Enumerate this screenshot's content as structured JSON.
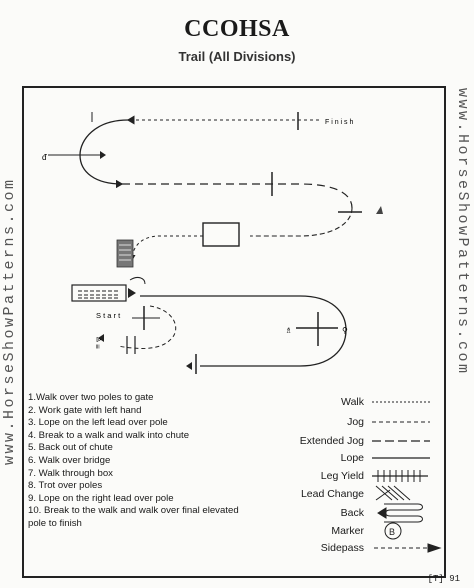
{
  "header": {
    "title": "CCOHSA",
    "subtitle": "Trail (All Divisions)"
  },
  "watermark": {
    "left": "www.HorseShowPatterns.com",
    "right": "www.HorseShowPatterns.com"
  },
  "course": {
    "finish_label": "F i n i s h",
    "start_label": "S t a r t",
    "marker_letter": "B"
  },
  "instructions": [
    "1.Walk over two poles to gate",
    "2. Work gate with left hand",
    "3. Lope on the left lead over pole",
    "4. Break to a walk and walk into chute",
    "5. Back out of chute",
    "6. Walk over bridge",
    "7. Walk through box",
    "8. Trot over poles",
    "9. Lope on the right lead over pole",
    "10. Break to the walk and walk over final elevated",
    "pole to finish"
  ],
  "legend": [
    {
      "key": "walk",
      "label": "Walk"
    },
    {
      "key": "jog",
      "label": "Jog"
    },
    {
      "key": "extended_jog",
      "label": "Extended Jog"
    },
    {
      "key": "lope",
      "label": "Lope"
    },
    {
      "key": "leg_yield",
      "label": "Leg Yield"
    },
    {
      "key": "lead_change",
      "label": "Lead Change"
    },
    {
      "key": "back",
      "label": "Back"
    },
    {
      "key": "marker",
      "label": "Marker"
    },
    {
      "key": "sidepass",
      "label": "Sidepass"
    }
  ],
  "footer": {
    "page_number": "[T] 91"
  }
}
